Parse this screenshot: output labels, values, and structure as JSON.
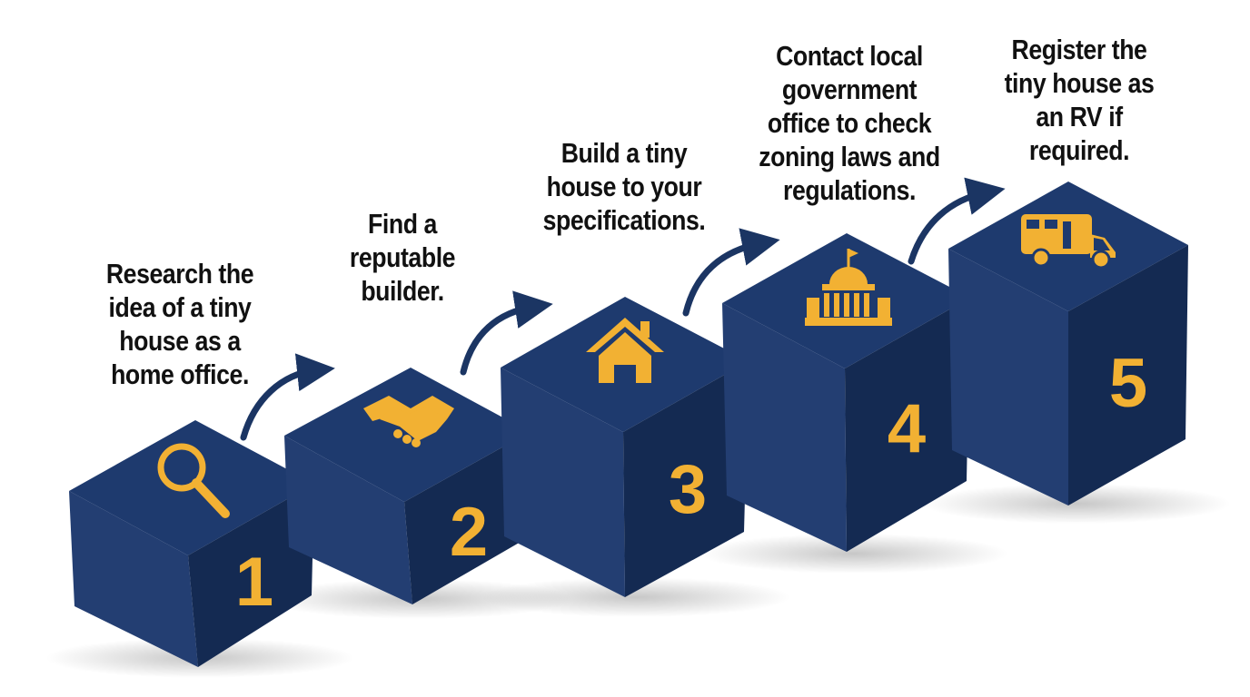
{
  "colors": {
    "cube_top": "#1e3a6e",
    "cube_left": "#233e72",
    "cube_right": "#142a52",
    "accent": "#f2b133",
    "arrow": "#1b3563",
    "text": "#111111"
  },
  "steps": [
    {
      "number": "1",
      "icon": "magnifying-glass-icon",
      "text": [
        "Research the",
        "idea of a tiny",
        "house as a",
        "home office."
      ]
    },
    {
      "number": "2",
      "icon": "handshake-icon",
      "text": [
        "Find a",
        "reputable",
        "builder."
      ]
    },
    {
      "number": "3",
      "icon": "house-icon",
      "text": [
        "Build a tiny",
        "house to your",
        "specifications."
      ]
    },
    {
      "number": "4",
      "icon": "government-building-icon",
      "text": [
        "Contact local",
        "government",
        "office to check",
        "zoning laws and",
        "regulations."
      ]
    },
    {
      "number": "5",
      "icon": "rv-icon",
      "text": [
        "Register the",
        "tiny house as",
        "an RV if",
        "required."
      ]
    }
  ]
}
